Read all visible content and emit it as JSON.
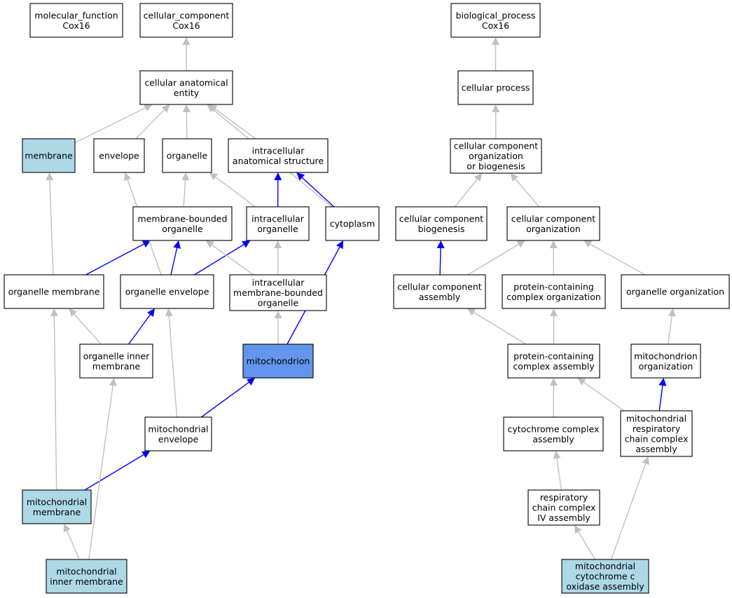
{
  "colors": {
    "node_default": "#ffffff",
    "node_annotated": "#add8e6",
    "node_focus": "#6495ed",
    "edge_is_a": "#c0c0c0",
    "edge_part_of": "#0000ff"
  },
  "nodes": [
    {
      "id": "mf_root",
      "lines": [
        "molecular_function",
        "Cox16"
      ],
      "style": "default"
    },
    {
      "id": "cc_root",
      "lines": [
        "cellular_component",
        "Cox16"
      ],
      "style": "default"
    },
    {
      "id": "bp_root",
      "lines": [
        "biological_process",
        "Cox16"
      ],
      "style": "default"
    },
    {
      "id": "cae",
      "lines": [
        "cellular anatomical",
        "entity"
      ],
      "style": "default"
    },
    {
      "id": "membrane",
      "lines": [
        "membrane"
      ],
      "style": "annotated"
    },
    {
      "id": "envelope",
      "lines": [
        "envelope"
      ],
      "style": "default"
    },
    {
      "id": "organelle",
      "lines": [
        "organelle"
      ],
      "style": "default"
    },
    {
      "id": "ias",
      "lines": [
        "intracellular",
        "anatomical structure"
      ],
      "style": "default"
    },
    {
      "id": "mbo",
      "lines": [
        "membrane-bounded",
        "organelle"
      ],
      "style": "default"
    },
    {
      "id": "io",
      "lines": [
        "intracellular",
        "organelle"
      ],
      "style": "default"
    },
    {
      "id": "cytoplasm",
      "lines": [
        "cytoplasm"
      ],
      "style": "default"
    },
    {
      "id": "om",
      "lines": [
        "organelle membrane"
      ],
      "style": "default"
    },
    {
      "id": "oe",
      "lines": [
        "organelle envelope"
      ],
      "style": "default"
    },
    {
      "id": "imbo",
      "lines": [
        "intracellular",
        "membrane-bounded",
        "organelle"
      ],
      "style": "default"
    },
    {
      "id": "oim",
      "lines": [
        "organelle inner",
        "membrane"
      ],
      "style": "default"
    },
    {
      "id": "mito",
      "lines": [
        "mitochondrion"
      ],
      "style": "focus"
    },
    {
      "id": "me",
      "lines": [
        "mitochondrial",
        "envelope"
      ],
      "style": "default"
    },
    {
      "id": "mm",
      "lines": [
        "mitochondrial",
        "membrane"
      ],
      "style": "annotated"
    },
    {
      "id": "mim",
      "lines": [
        "mitochondrial",
        "inner membrane"
      ],
      "style": "annotated"
    },
    {
      "id": "cp",
      "lines": [
        "cellular process"
      ],
      "style": "default"
    },
    {
      "id": "ccob",
      "lines": [
        "cellular component",
        "organization",
        "or biogenesis"
      ],
      "style": "default"
    },
    {
      "id": "ccb",
      "lines": [
        "cellular component",
        "biogenesis"
      ],
      "style": "default"
    },
    {
      "id": "cco",
      "lines": [
        "cellular component",
        "organization"
      ],
      "style": "default"
    },
    {
      "id": "cca",
      "lines": [
        "cellular component",
        "assembly"
      ],
      "style": "default"
    },
    {
      "id": "pcco",
      "lines": [
        "protein-containing",
        "complex organization"
      ],
      "style": "default"
    },
    {
      "id": "oo",
      "lines": [
        "organelle organization"
      ],
      "style": "default"
    },
    {
      "id": "pcca",
      "lines": [
        "protein-containing",
        "complex assembly"
      ],
      "style": "default"
    },
    {
      "id": "mo",
      "lines": [
        "mitochondrion",
        "organization"
      ],
      "style": "default"
    },
    {
      "id": "cyca",
      "lines": [
        "cytochrome complex",
        "assembly"
      ],
      "style": "default"
    },
    {
      "id": "mrcca",
      "lines": [
        "mitochondrial",
        "respiratory",
        "chain complex",
        "assembly"
      ],
      "style": "default"
    },
    {
      "id": "rcc4a",
      "lines": [
        "respiratory",
        "chain complex",
        "IV assembly"
      ],
      "style": "default"
    },
    {
      "id": "mcoa",
      "lines": [
        "mitochondrial",
        "cytochrome c",
        "oxidase assembly"
      ],
      "style": "annotated"
    }
  ],
  "edges": [
    {
      "from": "cae",
      "to": "cc_root",
      "type": "is_a"
    },
    {
      "from": "membrane",
      "to": "cae",
      "type": "is_a"
    },
    {
      "from": "envelope",
      "to": "cae",
      "type": "is_a"
    },
    {
      "from": "organelle",
      "to": "cae",
      "type": "is_a"
    },
    {
      "from": "ias",
      "to": "cae",
      "type": "is_a"
    },
    {
      "from": "cytoplasm",
      "to": "cae",
      "type": "is_a"
    },
    {
      "from": "mbo",
      "to": "organelle",
      "type": "is_a"
    },
    {
      "from": "io",
      "to": "organelle",
      "type": "is_a"
    },
    {
      "from": "io",
      "to": "ias",
      "type": "part_of"
    },
    {
      "from": "cytoplasm",
      "to": "ias",
      "type": "part_of"
    },
    {
      "from": "om",
      "to": "membrane",
      "type": "is_a"
    },
    {
      "from": "om",
      "to": "mbo",
      "type": "part_of"
    },
    {
      "from": "oe",
      "to": "envelope",
      "type": "is_a"
    },
    {
      "from": "oe",
      "to": "mbo",
      "type": "part_of"
    },
    {
      "from": "oe",
      "to": "io",
      "type": "part_of"
    },
    {
      "from": "imbo",
      "to": "mbo",
      "type": "is_a"
    },
    {
      "from": "imbo",
      "to": "io",
      "type": "is_a"
    },
    {
      "from": "oim",
      "to": "om",
      "type": "is_a"
    },
    {
      "from": "oim",
      "to": "oe",
      "type": "part_of"
    },
    {
      "from": "mito",
      "to": "imbo",
      "type": "is_a"
    },
    {
      "from": "mito",
      "to": "cytoplasm",
      "type": "part_of"
    },
    {
      "from": "me",
      "to": "oe",
      "type": "is_a"
    },
    {
      "from": "me",
      "to": "mito",
      "type": "part_of"
    },
    {
      "from": "mm",
      "to": "om",
      "type": "is_a"
    },
    {
      "from": "mm",
      "to": "me",
      "type": "part_of"
    },
    {
      "from": "mim",
      "to": "mm",
      "type": "is_a"
    },
    {
      "from": "mim",
      "to": "oim",
      "type": "is_a"
    },
    {
      "from": "cp",
      "to": "bp_root",
      "type": "is_a"
    },
    {
      "from": "ccob",
      "to": "cp",
      "type": "is_a"
    },
    {
      "from": "ccb",
      "to": "ccob",
      "type": "is_a"
    },
    {
      "from": "cco",
      "to": "ccob",
      "type": "is_a"
    },
    {
      "from": "cca",
      "to": "ccb",
      "type": "part_of"
    },
    {
      "from": "cca",
      "to": "cco",
      "type": "is_a"
    },
    {
      "from": "pcco",
      "to": "cco",
      "type": "is_a"
    },
    {
      "from": "oo",
      "to": "cco",
      "type": "is_a"
    },
    {
      "from": "pcca",
      "to": "cca",
      "type": "is_a"
    },
    {
      "from": "pcca",
      "to": "pcco",
      "type": "is_a"
    },
    {
      "from": "mo",
      "to": "oo",
      "type": "is_a"
    },
    {
      "from": "cyca",
      "to": "pcca",
      "type": "is_a"
    },
    {
      "from": "mrcca",
      "to": "pcca",
      "type": "is_a"
    },
    {
      "from": "mrcca",
      "to": "mo",
      "type": "part_of"
    },
    {
      "from": "rcc4a",
      "to": "cyca",
      "type": "is_a"
    },
    {
      "from": "mcoa",
      "to": "rcc4a",
      "type": "is_a"
    },
    {
      "from": "mcoa",
      "to": "mrcca",
      "type": "is_a"
    }
  ]
}
